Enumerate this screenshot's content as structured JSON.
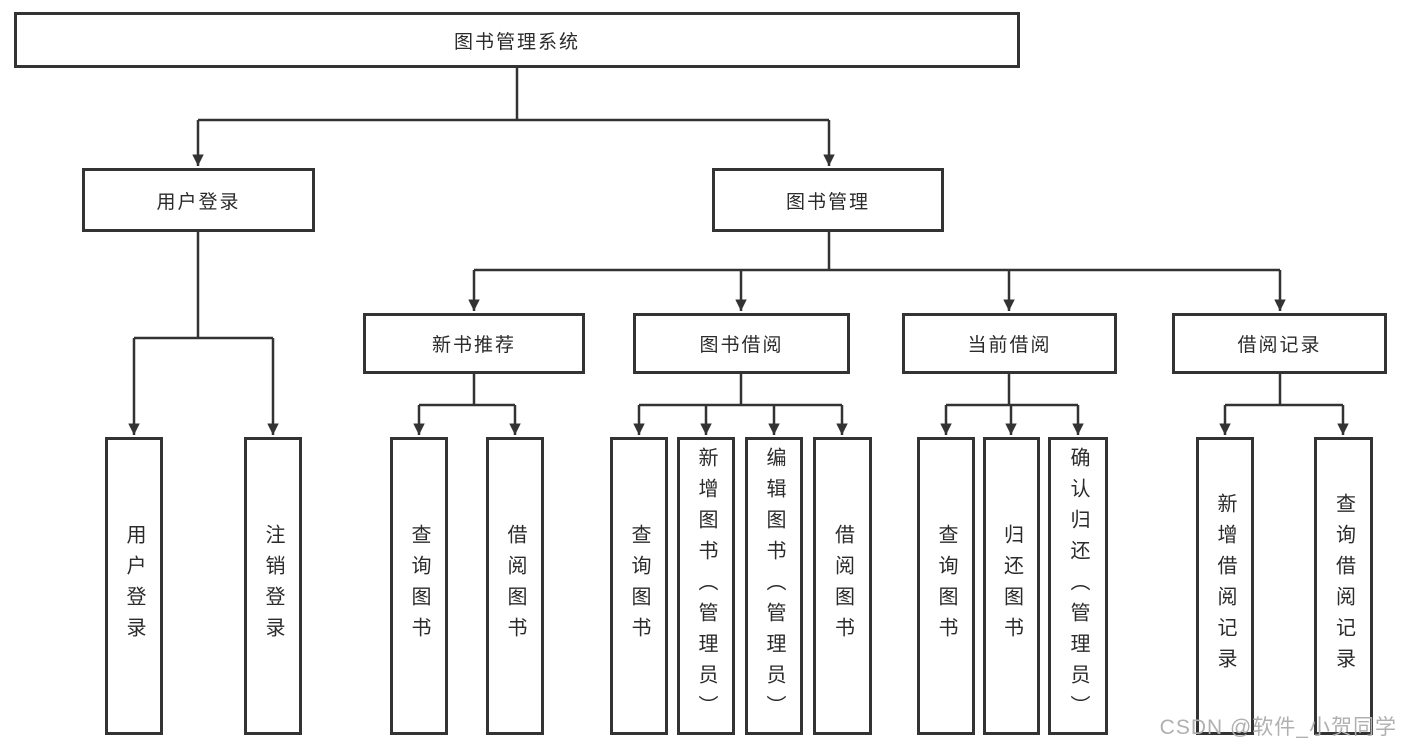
{
  "diagram": {
    "root": {
      "label": "图书管理系统"
    },
    "branches": [
      {
        "label": "用户登录",
        "children": [
          {
            "label": "用户登录"
          },
          {
            "label": "注销登录"
          }
        ]
      },
      {
        "label": "图书管理",
        "children": [
          {
            "label": "新书推荐",
            "children": [
              {
                "label": "查询图书"
              },
              {
                "label": "借阅图书"
              }
            ]
          },
          {
            "label": "图书借阅",
            "children": [
              {
                "label": "查询图书"
              },
              {
                "label": "新增图书（管理员）"
              },
              {
                "label": "编辑图书（管理员）"
              },
              {
                "label": "借阅图书"
              }
            ]
          },
          {
            "label": "当前借阅",
            "children": [
              {
                "label": "查询图书"
              },
              {
                "label": "归还图书"
              },
              {
                "label": "确认归还（管理员）"
              }
            ]
          },
          {
            "label": "借阅记录",
            "children": [
              {
                "label": "新增借阅记录"
              },
              {
                "label": "查询借阅记录"
              }
            ]
          }
        ]
      }
    ]
  },
  "colors": {
    "line": "#333333",
    "text": "#2b2b2b",
    "background": "#ffffff",
    "watermark": "#b0b0b0"
  },
  "watermark": "CSDN @软件_小贺同学"
}
